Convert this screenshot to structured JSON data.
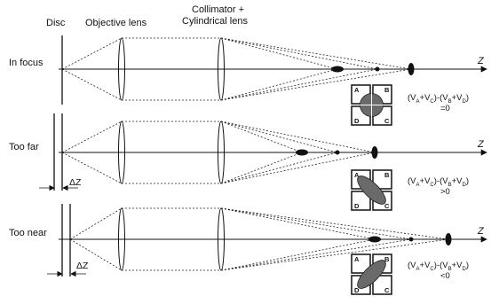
{
  "header": {
    "disc": "Disc",
    "objective": "Objective lens",
    "collimator_line1": "Collimator +",
    "collimator_line2": "Cylindrical lens"
  },
  "rows": [
    {
      "label": "In focus",
      "axis": "Z",
      "eq_line1": "(Vₐ+Vᶜ)-(Vᵦ+Vᴅ)",
      "eq_line2": "=0"
    },
    {
      "label": "Too far",
      "axis": "Z",
      "delta": "ΔZ",
      "eq_line1": "(Vₐ+Vᶜ)-(Vᵦ+Vᴅ)",
      "eq_line2": ">0"
    },
    {
      "label": "Too near",
      "axis": "Z",
      "delta": "ΔZ",
      "eq_line1": "(Vₐ+Vᶜ)-(Vᵦ+Vᴅ)",
      "eq_line2": "<0"
    }
  ],
  "quadrants": [
    "A",
    "B",
    "C",
    "D"
  ],
  "equation": {
    "pre": "(V",
    "a": "A",
    "plus1": "+V",
    "c": "C",
    "mid": ")-(V",
    "b": "B",
    "plus2": "+V",
    "d": "D",
    "post": ")"
  }
}
